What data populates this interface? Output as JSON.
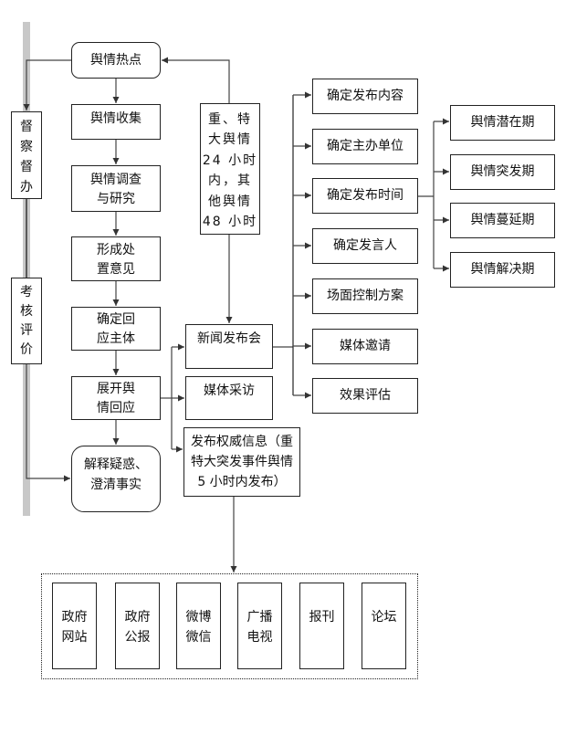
{
  "main_flow": {
    "hotspot": "舆情热点",
    "collect": "舆情收集",
    "investigate": [
      "舆情调查",
      "与研究"
    ],
    "plan": [
      "形成处",
      "置意见"
    ],
    "subject": [
      "确定回",
      "应主体"
    ],
    "respond": [
      "展开舆",
      "情回应"
    ],
    "clarify": [
      "解释疑惑、",
      "澄清事实"
    ]
  },
  "side": {
    "supervise": [
      "督",
      "察",
      "督",
      "办"
    ],
    "evaluate": [
      "考",
      "核",
      "评",
      "价"
    ]
  },
  "deadline_note": [
    "重、特",
    "大舆情",
    "24 小时",
    "内，其",
    "他舆情",
    "48 小时"
  ],
  "channels": {
    "press_conference": "新闻发布会",
    "media_interview": "媒体采访",
    "authority_info": [
      "发布权威信息（重",
      "特大突发事件舆情",
      "5 小时内发布）"
    ]
  },
  "press_steps": [
    "确定发布内容",
    "确定主办单位",
    "确定发布时间",
    "确定发言人",
    "场面控制方案",
    "媒体邀请",
    "效果评估"
  ],
  "time_phases": [
    "舆情潜在期",
    "舆情突发期",
    "舆情蔓延期",
    "舆情解决期"
  ],
  "outlets": [
    [
      "政府",
      "网站"
    ],
    [
      "政府",
      "公报"
    ],
    [
      "微博",
      "微信"
    ],
    [
      "广播",
      "电视"
    ],
    [
      "报刊"
    ],
    [
      "论坛"
    ]
  ],
  "colors": {
    "line": "#444444",
    "side_bar": "#c8c8c8",
    "box_border": "#222222"
  }
}
